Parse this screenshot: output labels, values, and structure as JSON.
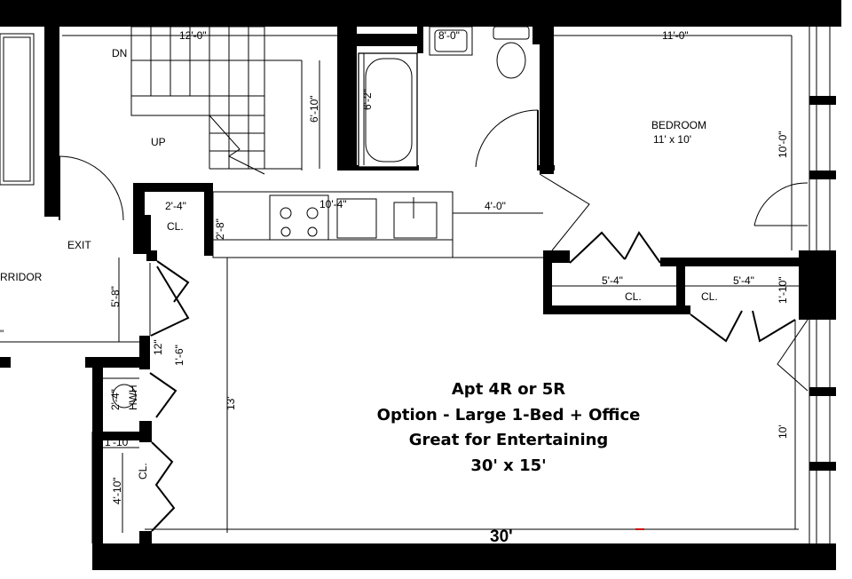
{
  "rooms": {
    "dn": "DN",
    "up": "UP",
    "exit": "EXIT",
    "corridor": "RRIDOR",
    "bedroom_name": "BEDROOM",
    "bedroom_size": "11' x 10'",
    "closet": "CL.",
    "hwh": "HWH"
  },
  "dimensions": {
    "stair_width": "12'-0\"",
    "stair_length": "6'-10\"",
    "bath_width": "8'-0\"",
    "tub_length": "6'-2\"",
    "bedroom_width": "11'-0\"",
    "bedroom_depth": "10'-0\"",
    "closet_entry_width": "2'-4\"",
    "closet_entry_depth": "2'-8\"",
    "kitchen_length": "10'-4\"",
    "kitchen_gap": "4'-0\"",
    "closet_a_width": "5'-4\"",
    "closet_b_width": "5'-4\"",
    "closet_b_depth": "1'-10\"",
    "hall_length": "5'-8\"",
    "small_a": "12\"",
    "small_b": "1'-6\"",
    "hwh_size": "2'-4\"",
    "closet_c_width": "1'-10\"",
    "closet_c_depth": "4'-10\"",
    "living_depth": "13'",
    "living_right_depth": "10'",
    "total_length": "30'",
    "corridor_dim": "\""
  },
  "caption": {
    "line1": "Apt 4R or 5R",
    "line2": "Option - Large 1-Bed + Office",
    "line3": "Great for Entertaining",
    "line4": "30' x 15'"
  },
  "accent_mark_color": "#cc0000"
}
